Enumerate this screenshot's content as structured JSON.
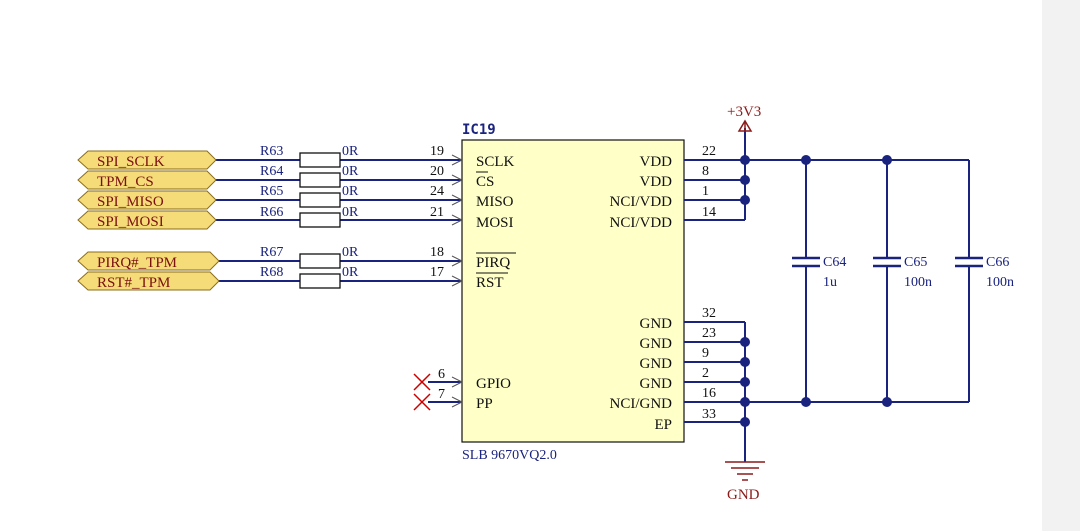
{
  "ic": {
    "ref": "IC19",
    "part": "SLB 9670VQ2.0",
    "left_pins": [
      {
        "num": "19",
        "name": "SCLK"
      },
      {
        "num": "20",
        "name": "CS"
      },
      {
        "num": "24",
        "name": "MISO"
      },
      {
        "num": "21",
        "name": "MOSI"
      },
      {
        "num": "18",
        "name": "PIRQ"
      },
      {
        "num": "17",
        "name": "RST"
      },
      {
        "num": "6",
        "name": "GPIO"
      },
      {
        "num": "7",
        "name": "PP"
      }
    ],
    "right_pins": [
      {
        "num": "22",
        "name": "VDD"
      },
      {
        "num": "8",
        "name": "VDD"
      },
      {
        "num": "1",
        "name": "NCI/VDD"
      },
      {
        "num": "14",
        "name": "NCI/VDD"
      },
      {
        "num": "32",
        "name": "GND"
      },
      {
        "num": "23",
        "name": "GND"
      },
      {
        "num": "9",
        "name": "GND"
      },
      {
        "num": "2",
        "name": "GND"
      },
      {
        "num": "16",
        "name": "NCI/GND"
      },
      {
        "num": "33",
        "name": "EP"
      }
    ]
  },
  "nets": [
    "SPI_SCLK",
    "TPM_CS",
    "SPI_MISO",
    "SPI_MOSI",
    "PIRQ#_TPM",
    "RST#_TPM"
  ],
  "resistors": [
    {
      "ref": "R63",
      "value": "0R"
    },
    {
      "ref": "R64",
      "value": "0R"
    },
    {
      "ref": "R65",
      "value": "0R"
    },
    {
      "ref": "R66",
      "value": "0R"
    },
    {
      "ref": "R67",
      "value": "0R"
    },
    {
      "ref": "R68",
      "value": "0R"
    }
  ],
  "capacitors": [
    {
      "ref": "C64",
      "value": "1u"
    },
    {
      "ref": "C65",
      "value": "100n"
    },
    {
      "ref": "C66",
      "value": "100n"
    }
  ],
  "power": {
    "supply": "+3V3",
    "ground": "GND"
  },
  "colors": {
    "wire": "#1a237e",
    "ic_fill": "#ffffc8",
    "net_label": "#f5dc78",
    "power_text": "#8b1a1a",
    "no_connect": "#cc0000"
  }
}
